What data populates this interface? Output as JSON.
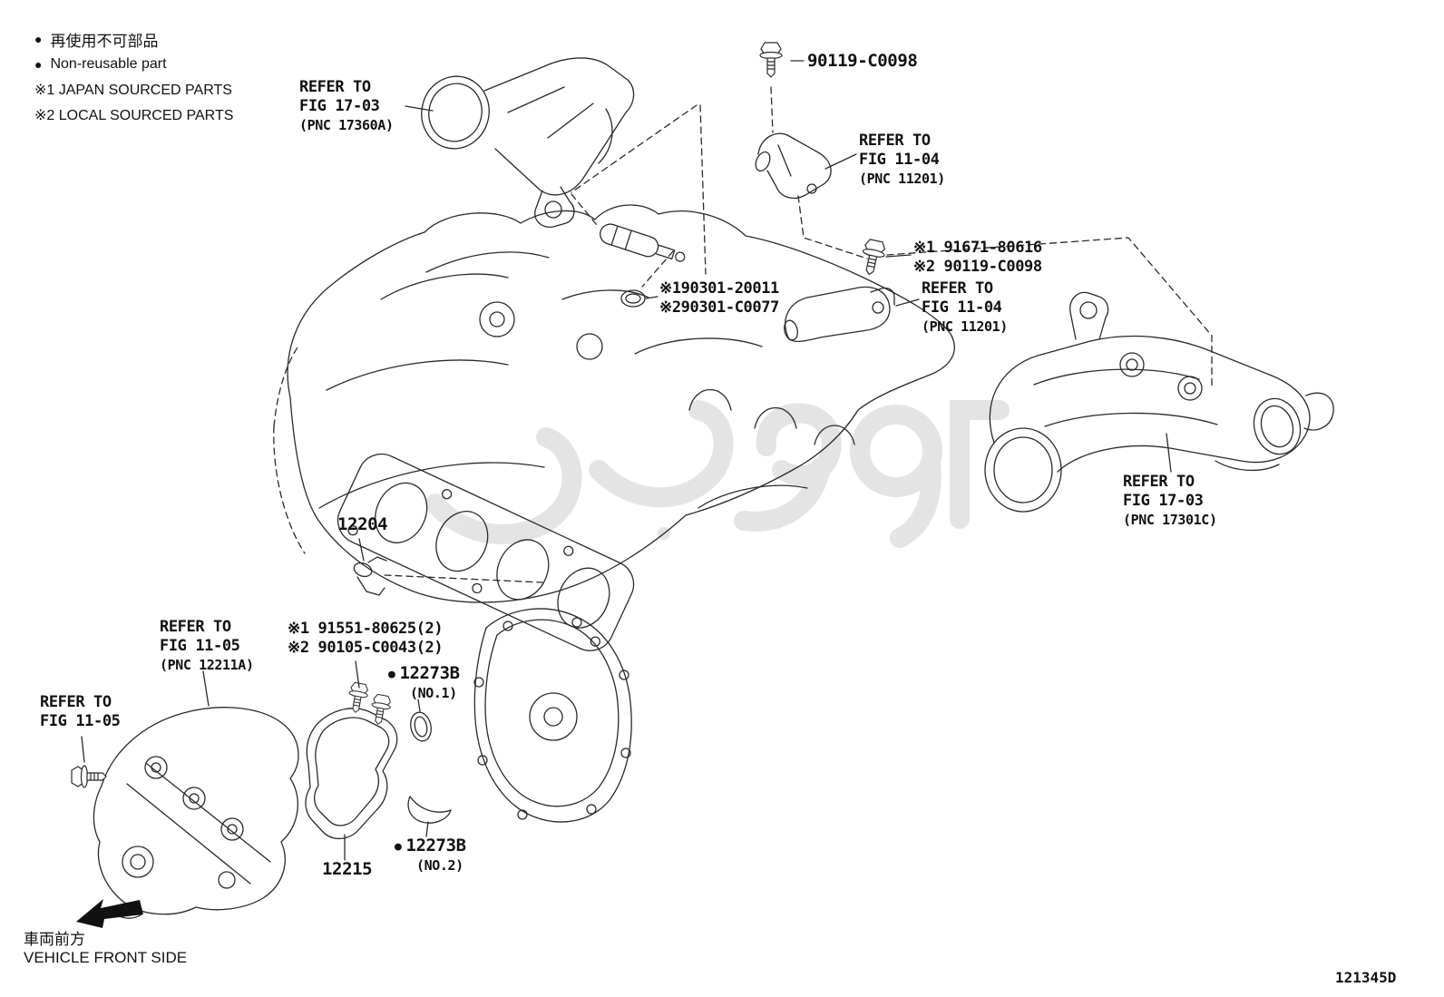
{
  "colors": {
    "background": "#ffffff",
    "line": "#2a2a2a",
    "text": "#111111",
    "watermark": "#cfcfcf"
  },
  "icons": {
    "non_reusable_dot": "●"
  },
  "legend": {
    "nonreusable_jp": "再使用不可部品",
    "nonreusable_en": "Non-reusable part",
    "japan_sourced": "※1 JAPAN SOURCED PARTS",
    "local_sourced": "※2 LOCAL SOURCED PARTS"
  },
  "labels": {
    "ref_17_03_a": {
      "l1": "REFER TO",
      "l2": "FIG 17-03",
      "l3": "(PNC 17360A)"
    },
    "bolt_top": "90119-C0098",
    "ref_11_04_a": {
      "l1": "REFER TO",
      "l2": "FIG 11-04",
      "l3": "(PNC 11201)"
    },
    "alt_91671": {
      "l1": "※1 91671-80616",
      "l2": "※2 90119-C0098"
    },
    "ref_11_04_b": {
      "l1": "REFER TO",
      "l2": "FIG 11-04",
      "l3": "(PNC 11201)"
    },
    "alt_90301": {
      "l1": "※190301-20011",
      "l2": "※290301-C0077"
    },
    "ref_17_03_b": {
      "l1": "REFER TO",
      "l2": "FIG 17-03",
      "l3": "(PNC 17301C)"
    },
    "p12204": "12204",
    "ref_11_05_a": {
      "l1": "REFER TO",
      "l2": "FIG 11-05",
      "l3": "(PNC 12211A)"
    },
    "alt_91551": {
      "l1": "※1 91551-80625(2)",
      "l2": "※2 90105-C0043(2)"
    },
    "p12273b_no1": {
      "num": "12273B",
      "sub": "(NO.1)"
    },
    "ref_11_05_b": {
      "l1": "REFER TO",
      "l2": "FIG 11-05"
    },
    "p12215": "12215",
    "p12273b_no2": {
      "num": "12273B",
      "sub": "(NO.2)"
    }
  },
  "footer": {
    "front_jp": "車両前方",
    "front_en": "VEHICLE FRONT SIDE",
    "drawing_code": "121345D"
  }
}
